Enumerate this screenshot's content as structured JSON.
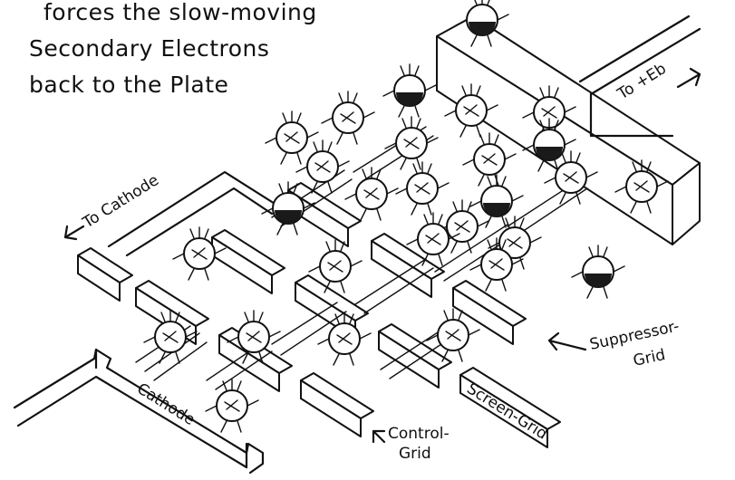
{
  "caption": {
    "line_1": "forces the slow-moving",
    "line_2": "Secondary Electrons",
    "line_3": "back to the Plate"
  },
  "labels": {
    "to_cathode": "To Cathode",
    "to_eb": "To +Eb",
    "suppressor_grid_1": "Suppressor-",
    "suppressor_grid_2": "Grid",
    "screen_grid": "Screen-Grid",
    "cathode": "Cathode",
    "control_grid_1": "Control-",
    "control_grid_2": "Grid"
  },
  "colors": {
    "ink": "#111111",
    "paper": "#ffffff"
  }
}
